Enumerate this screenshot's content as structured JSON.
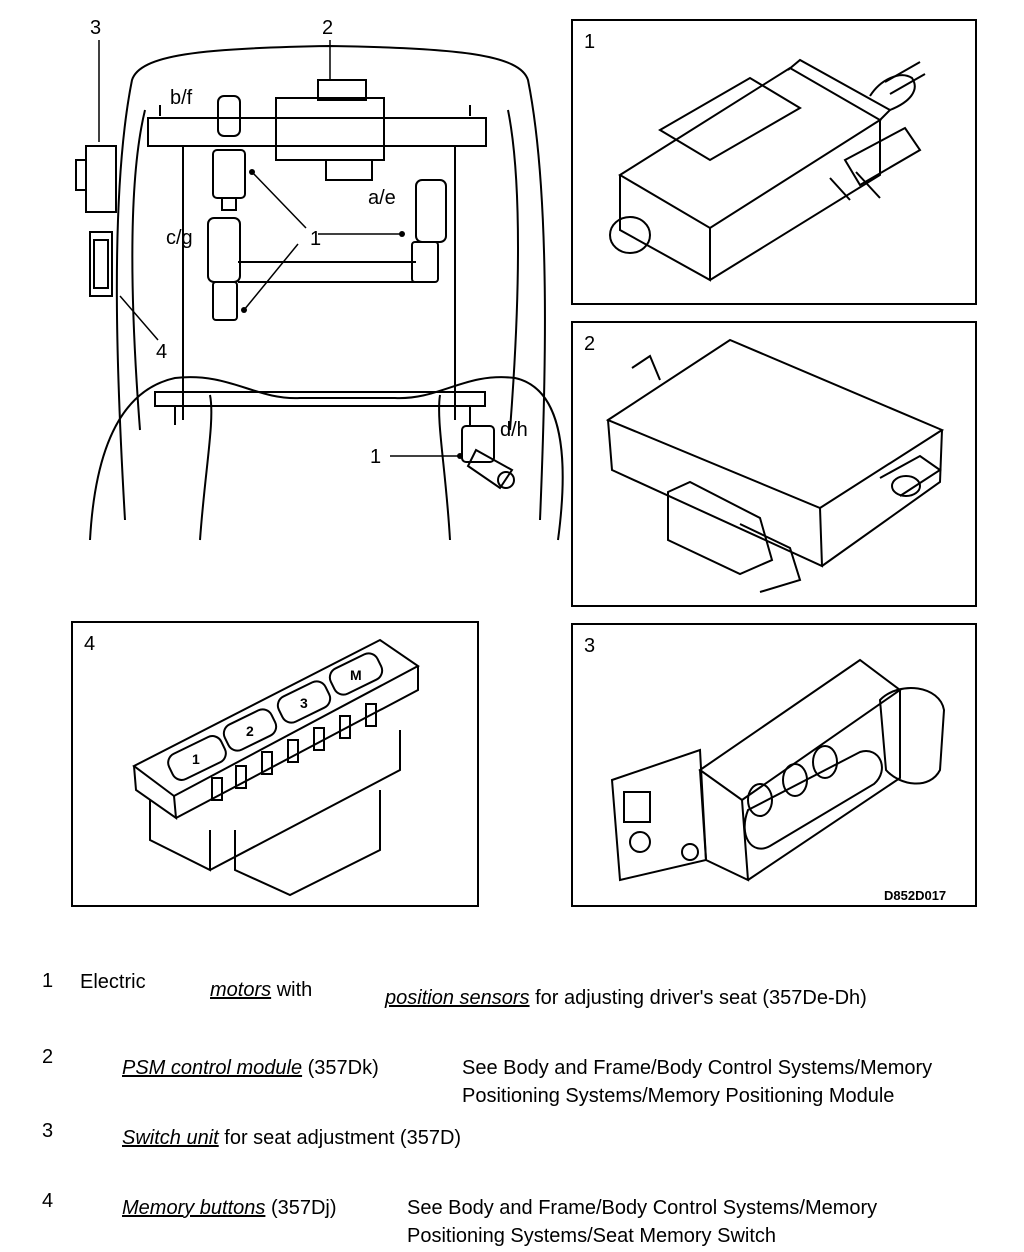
{
  "diagram": {
    "callouts": {
      "c3": "3",
      "c2": "2",
      "c1": "1",
      "c1b": "1",
      "c4": "4",
      "bf": "b/f",
      "ae": "a/e",
      "cg": "c/g",
      "dh": "d/h"
    },
    "panels": [
      {
        "number": "1"
      },
      {
        "number": "2"
      },
      {
        "number": "4"
      },
      {
        "number": "3"
      }
    ],
    "memory_keys": [
      "1",
      "2",
      "3",
      "M"
    ],
    "figure_code": "D852D017"
  },
  "legend": [
    {
      "num": "1",
      "pre": "Electric",
      "link1": "motors",
      "mid": "with",
      "link2": "position sensors",
      "post": "for adjusting driver's seat (357De-Dh)"
    },
    {
      "num": "2",
      "link": "PSM control module",
      "ref": "(357Dk)",
      "note1": "See Body and Frame/Body Control Systems/Memory",
      "note2": "Positioning Systems/Memory Positioning Module"
    },
    {
      "num": "3",
      "link": "Switch unit",
      "text": "for seat adjustment (357D)"
    },
    {
      "num": "4",
      "link": "Memory buttons",
      "ref": "(357Dj)",
      "note1": "See Body and Frame/Body Control Systems/Memory",
      "note2": "Positioning Systems/Seat Memory Switch"
    }
  ]
}
